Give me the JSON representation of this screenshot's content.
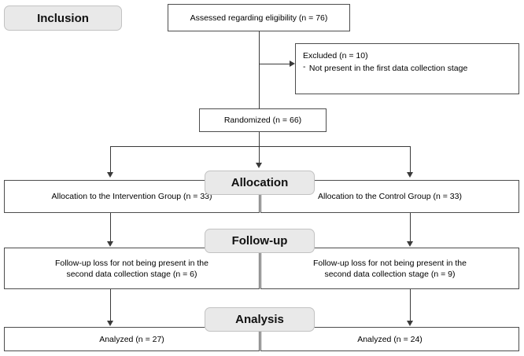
{
  "diagram": {
    "title": "CONSORT participant flow diagram",
    "stage_labels": {
      "inclusion": "Inclusion",
      "allocation": "Allocation",
      "followup": "Follow-up",
      "analysis": "Analysis"
    },
    "nodes": {
      "assessed": "Assessed regarding eligibility (n = 76)",
      "excluded_title": "Excluded (n = 10)",
      "excluded_reason": "Not present in the first data collection stage",
      "randomized": "Randomized (n = 66)",
      "allocation_intervention": "Allocation to the Intervention Group (n = 33)",
      "allocation_control": "Allocation to the Control Group (n = 33)",
      "followup_intervention_line1": "Follow-up loss for not being present in the",
      "followup_intervention_line2": "second data collection stage (n = 6)",
      "followup_control_line1": "Follow-up loss for not being present in the",
      "followup_control_line2": "second data collection stage (n = 9)",
      "analyzed_intervention": "Analyzed (n = 27)",
      "analyzed_control": "Analyzed (n = 24)"
    },
    "counts": {
      "assessed": 76,
      "excluded": 10,
      "randomized": 66,
      "allocated_intervention": 33,
      "allocated_control": 33,
      "followup_loss_intervention": 6,
      "followup_loss_control": 9,
      "analyzed_intervention": 27,
      "analyzed_control": 24
    },
    "colors": {
      "box_border": "#4d4d4d",
      "box_fill": "#ffffff",
      "pill_fill": "#e9e9e9",
      "pill_border": "#c2c2c2",
      "connector": "#3a3a3a",
      "text": "#000000",
      "background": "#ffffff"
    }
  }
}
